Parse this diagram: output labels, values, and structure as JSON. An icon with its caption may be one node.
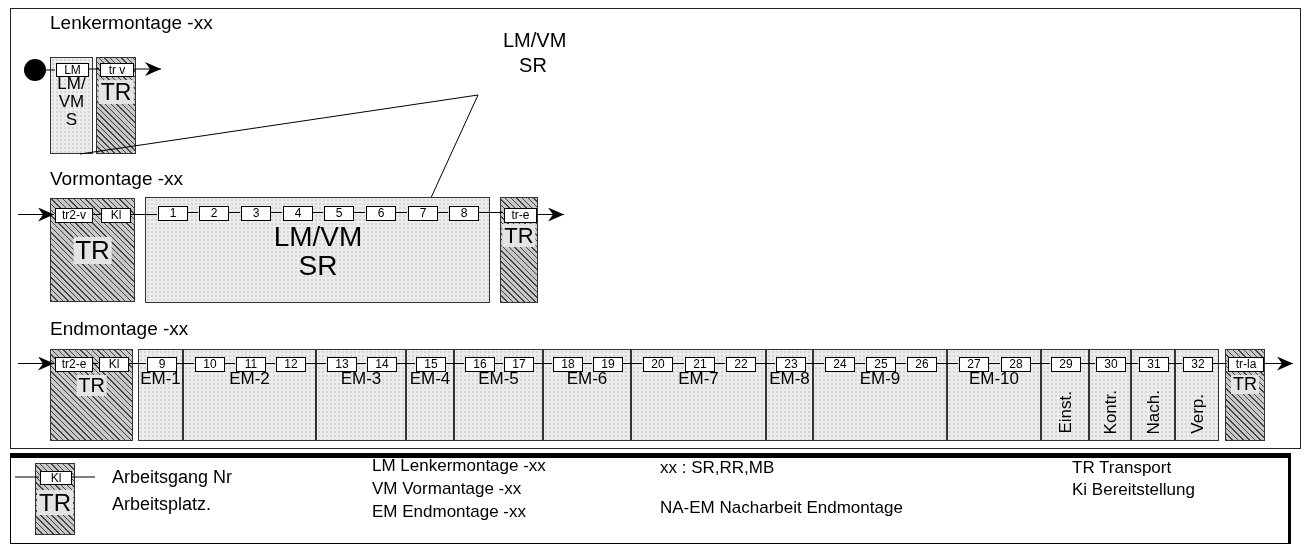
{
  "diagram": {
    "nodes": [
      {
        "text": [],
        "shape": "circle"
      },
      {
        "text": [
          "LM/ VM S"
        ]
      },
      {
        "text": [
          "LM"
        ],
        "in": 1
      },
      {
        "text": [
          "TR"
        ]
      },
      {
        "text": [
          "tr v"
        ],
        "in": 3
      },
      {
        "text": [
          "LM/VM SR"
        ]
      },
      {
        "text": [
          "TR"
        ]
      },
      {
        "text": [
          "tr2-v"
        ],
        "in": 6
      },
      {
        "text": [
          "Kl"
        ],
        "in": 6
      },
      {
        "text": [
          "LM/VM SR"
        ]
      },
      {
        "text": [
          "1"
        ],
        "in": 9
      },
      {
        "text": [
          "2"
        ],
        "in": 9
      },
      {
        "text": [
          "3"
        ],
        "in": 9
      },
      {
        "text": [
          "4"
        ],
        "in": 9
      },
      {
        "text": [
          "5"
        ],
        "in": 9
      },
      {
        "text": [
          "6"
        ],
        "in": 9
      },
      {
        "text": [
          "7"
        ],
        "in": 9
      },
      {
        "text": [
          "8"
        ],
        "in": 9
      },
      {
        "text": [
          "TR"
        ]
      },
      {
        "text": [
          "tr-e"
        ],
        "in": 18
      },
      {
        "text": [
          "TR"
        ]
      },
      {
        "text": [
          "tr2-e"
        ],
        "in": 20
      },
      {
        "text": [
          "Kl"
        ],
        "in": 20
      },
      {
        "text": [
          "EM-1"
        ]
      },
      {
        "text": [
          "9"
        ],
        "in": 23
      },
      {
        "text": [
          "EM-2"
        ]
      },
      {
        "text": [
          "10"
        ],
        "in": 25
      },
      {
        "text": [
          "11"
        ],
        "in": 25
      },
      {
        "text": [
          "12"
        ],
        "in": 25
      },
      {
        "text": [
          "EM-3"
        ]
      },
      {
        "text": [
          "13"
        ],
        "in": 29
      },
      {
        "text": [
          "14"
        ],
        "in": 29
      },
      {
        "text": [
          "EM-4"
        ]
      },
      {
        "text": [
          "15"
        ],
        "in": 32
      },
      {
        "text": [
          "EM-5"
        ]
      },
      {
        "text": [
          "16"
        ],
        "in": 34
      },
      {
        "text": [
          "17"
        ],
        "in": 34
      },
      {
        "text": [
          "EM-6"
        ]
      },
      {
        "text": [
          "18"
        ],
        "in": 37
      },
      {
        "text": [
          "19"
        ],
        "in": 37
      },
      {
        "text": [
          "EM-7"
        ]
      },
      {
        "text": [
          "20"
        ],
        "in": 40
      },
      {
        "text": [
          "21"
        ],
        "in": 40
      },
      {
        "text": [
          "22"
        ],
        "in": 40
      },
      {
        "text": [
          "EM-8"
        ]
      },
      {
        "text": [
          "23"
        ],
        "in": 44
      },
      {
        "text": [
          "EM-9"
        ]
      },
      {
        "text": [
          "24"
        ],
        "in": 46
      },
      {
        "text": [
          "25"
        ],
        "in": 46
      },
      {
        "text": [
          "26"
        ],
        "in": 46
      },
      {
        "text": [
          "EM-10"
        ]
      },
      {
        "text": [
          "27"
        ],
        "in": 50
      },
      {
        "text": [
          "28"
        ],
        "in": 50
      },
      {
        "text": [
          "Einst."
        ]
      },
      {
        "text": [
          "29"
        ],
        "in": 53
      },
      {
        "text": [
          "Kontr."
        ]
      },
      {
        "text": [
          "30"
        ],
        "in": 55
      },
      {
        "text": [
          "Nach."
        ]
      },
      {
        "text": [
          "31"
        ],
        "in": 57
      },
      {
        "text": [
          "Verp."
        ]
      },
      {
        "text": [
          "32"
        ],
        "in": 59
      },
      {
        "text": [
          "TR"
        ]
      },
      {
        "text": [
          "tr-la"
        ],
        "in": 61
      },
      {
        "text": [
          "TR"
        ]
      },
      {
        "text": [
          "Kl"
        ],
        "in": 63
      }
    ],
    "edges": [
      {
        "from": 0,
        "to": 2,
        "arrow": "none"
      },
      {
        "from": 2,
        "to": 4,
        "arrow": "none"
      },
      {
        "from": 4,
        "to": null,
        "arrow": "to"
      },
      {
        "from": 5,
        "to": 1,
        "arrow": "none"
      },
      {
        "from": 5,
        "to": 9,
        "arrow": "none"
      },
      {
        "from": null,
        "to": 7,
        "arrow": "to"
      },
      {
        "from": 7,
        "to": 8,
        "arrow": "none"
      },
      {
        "from": 8,
        "to": 10,
        "arrow": "none"
      },
      {
        "from": 10,
        "to": 11,
        "arrow": "none"
      },
      {
        "from": 11,
        "to": 12,
        "arrow": "none"
      },
      {
        "from": 12,
        "to": 13,
        "arrow": "none"
      },
      {
        "from": 13,
        "to": 14,
        "arrow": "none"
      },
      {
        "from": 14,
        "to": 15,
        "arrow": "none"
      },
      {
        "from": 15,
        "to": 16,
        "arrow": "none"
      },
      {
        "from": 16,
        "to": 17,
        "arrow": "none"
      },
      {
        "from": 17,
        "to": 19,
        "arrow": "none"
      },
      {
        "from": 19,
        "to": null,
        "arrow": "to"
      },
      {
        "from": null,
        "to": 21,
        "arrow": "to"
      },
      {
        "from": 21,
        "to": 22,
        "arrow": "none"
      },
      {
        "from": 22,
        "to": 24,
        "arrow": "none"
      },
      {
        "from": 24,
        "to": 26,
        "arrow": "none"
      },
      {
        "from": 26,
        "to": 27,
        "arrow": "none"
      },
      {
        "from": 27,
        "to": 28,
        "arrow": "none"
      },
      {
        "from": 28,
        "to": 30,
        "arrow": "none"
      },
      {
        "from": 30,
        "to": 31,
        "arrow": "none"
      },
      {
        "from": 31,
        "to": 33,
        "arrow": "none"
      },
      {
        "from": 33,
        "to": 35,
        "arrow": "none"
      },
      {
        "from": 35,
        "to": 36,
        "arrow": "none"
      },
      {
        "from": 36,
        "to": 38,
        "arrow": "none"
      },
      {
        "from": 38,
        "to": 39,
        "arrow": "none"
      },
      {
        "from": 39,
        "to": 41,
        "arrow": "none"
      },
      {
        "from": 41,
        "to": 42,
        "arrow": "none"
      },
      {
        "from": 42,
        "to": 43,
        "arrow": "none"
      },
      {
        "from": 43,
        "to": 45,
        "arrow": "none"
      },
      {
        "from": 45,
        "to": 47,
        "arrow": "none"
      },
      {
        "from": 47,
        "to": 48,
        "arrow": "none"
      },
      {
        "from": 48,
        "to": 49,
        "arrow": "none"
      },
      {
        "from": 49,
        "to": 51,
        "arrow": "none"
      },
      {
        "from": 51,
        "to": 52,
        "arrow": "none"
      },
      {
        "from": 52,
        "to": 54,
        "arrow": "none"
      },
      {
        "from": 54,
        "to": 56,
        "arrow": "none"
      },
      {
        "from": 56,
        "to": 58,
        "arrow": "none"
      },
      {
        "from": 58,
        "to": 60,
        "arrow": "none"
      },
      {
        "from": 60,
        "to": 62,
        "arrow": "none"
      },
      {
        "from": 62,
        "to": null,
        "arrow": "to"
      },
      {
        "from": null,
        "to": 64,
        "arrow": "none"
      },
      {
        "from": 64,
        "to": null,
        "arrow": "none"
      }
    ],
    "labels": [
      "Lenkermontage -xx",
      "Vormontage -xx",
      "Endmontage -xx",
      "LM Lenkermontage -xx",
      "VM Vormantage -xx",
      "EM Endmontage -xx",
      "xx : SR,RR,MB",
      "NA-EM Nacharbeit Endmontage",
      "TR Transport",
      "Ki Bereitstellung"
    ],
    "legend": [
      {
        "text": "Arbeitsgang Nr"
      },
      {
        "text": "Arbeitsplatz."
      }
    ]
  }
}
